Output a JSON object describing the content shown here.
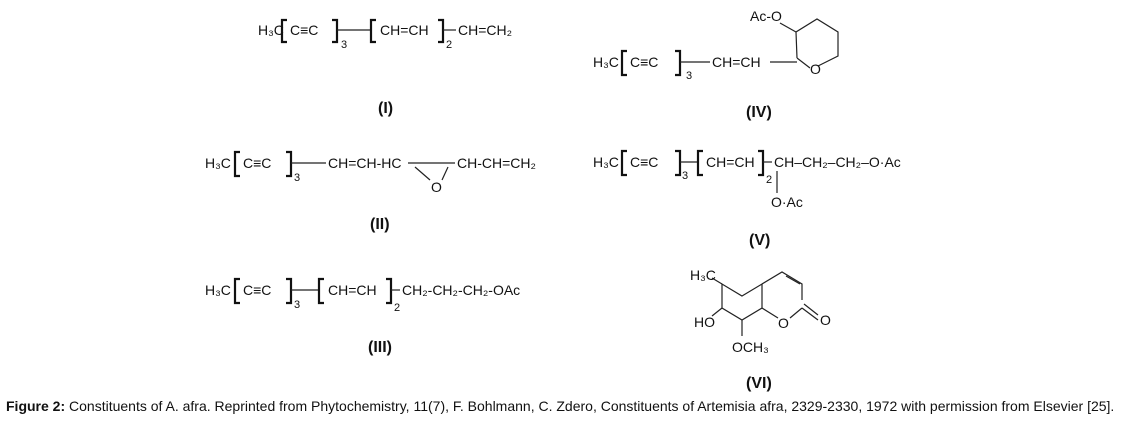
{
  "structures": {
    "I": {
      "label": "(I)",
      "h3c": "H₃C",
      "cc": "C≡C",
      "n1": "3",
      "chch": "CH=CH",
      "n2": "2",
      "end": "CH=CH₂"
    },
    "II": {
      "label": "(II)",
      "h3c": "H₃C",
      "cc": "C≡C",
      "n1": "3",
      "chain": "CH=CH-HC",
      "end": "CH-CH=CH₂",
      "o": "O"
    },
    "III": {
      "label": "(III)",
      "h3c": "H₃C",
      "cc": "C≡C",
      "n1": "3",
      "chch": "CH=CH",
      "n2": "2",
      "end": "CH₂-CH₂-CH₂-OAc"
    },
    "IV": {
      "label": "(IV)",
      "h3c": "H₃C",
      "cc": "C≡C",
      "n1": "3",
      "chch": "CH=CH",
      "aco": "Ac-O",
      "o": "O"
    },
    "V": {
      "label": "(V)",
      "h3c": "H₃C",
      "cc": "C≡C",
      "n1": "3",
      "chch": "CH=CH",
      "n2": "2",
      "end": "CH–CH₂–CH₂–O·Ac",
      "oac": "O·Ac"
    },
    "VI": {
      "label": "(VI)",
      "h3c": "H₃C",
      "ho": "HO",
      "och3": "OCH₃",
      "o1": "O",
      "o2": "O"
    }
  },
  "caption": {
    "prefix": "Figure 2:",
    "text": " Constituents of A. afra. Reprinted from Phytochemistry, 11(7), F. Bohlmann, C. Zdero, Constituents of Artemisia afra, 2329-2330, 1972 with permission from Elsevier [25]."
  }
}
